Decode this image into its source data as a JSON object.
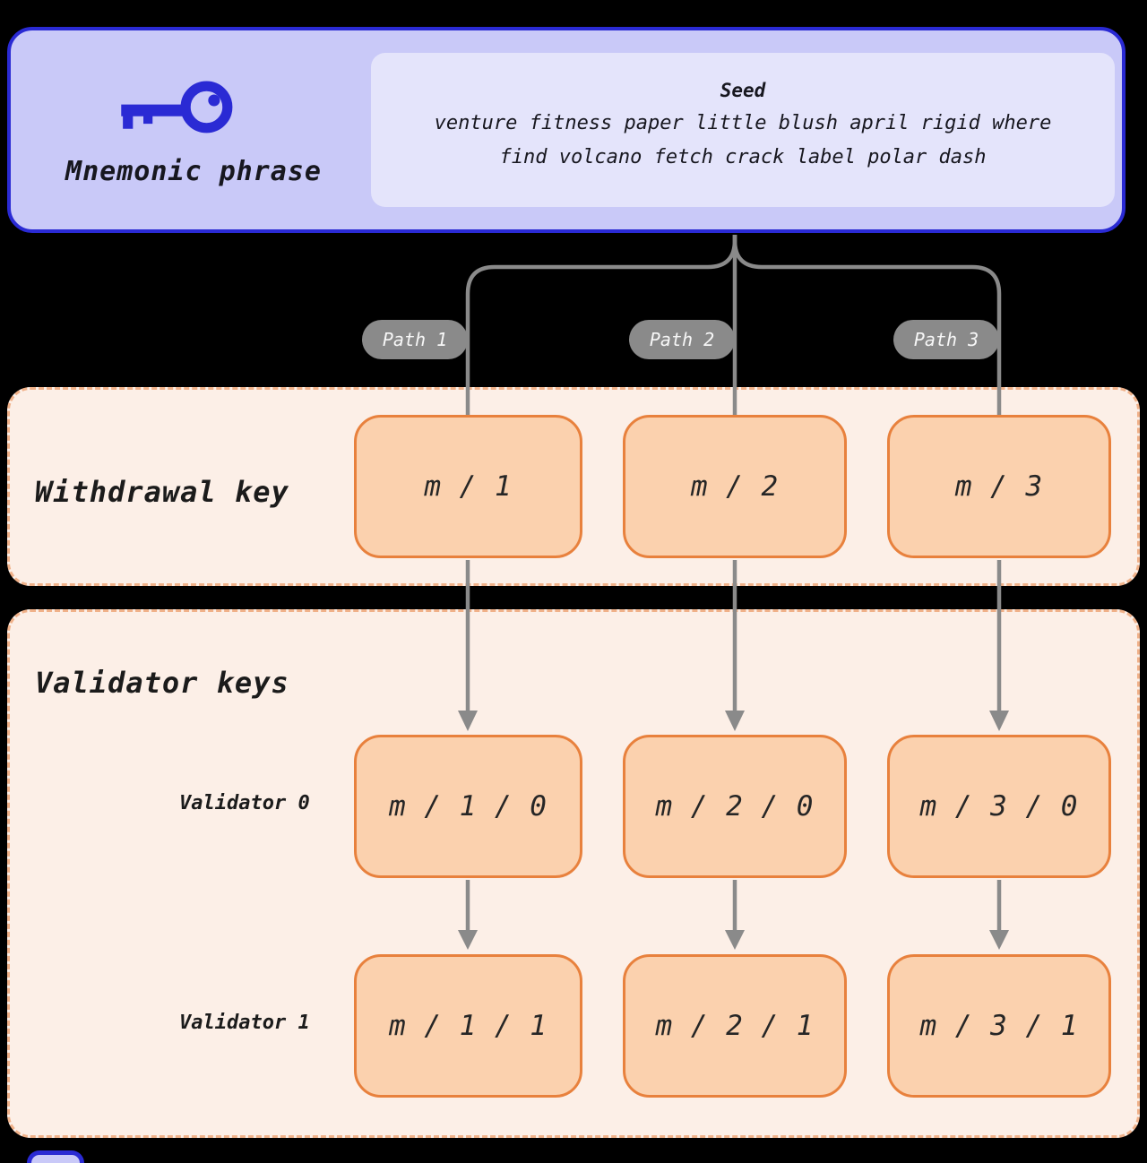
{
  "mnemonic": {
    "label": "Mnemonic phrase",
    "seed": {
      "title": "Seed",
      "line1": "venture fitness paper little blush april rigid where",
      "line2": "find volcano fetch crack label polar dash"
    }
  },
  "paths": [
    "Path 1",
    "Path 2",
    "Path 3"
  ],
  "withdrawal": {
    "label": "Withdrawal key",
    "keys": [
      "m / 1",
      "m / 2",
      "m / 3"
    ]
  },
  "validators": {
    "label": "Validator keys",
    "row0": {
      "label": "Validator 0",
      "keys": [
        "m / 1 / 0",
        "m / 2 / 0",
        "m / 3 / 0"
      ]
    },
    "row1": {
      "label": "Validator 1",
      "keys": [
        "m / 1 / 1",
        "m / 2 / 1",
        "m / 3 / 1"
      ]
    }
  },
  "icons": {
    "key": "key-icon"
  },
  "colors": {
    "page_background": "#000000",
    "mnemonic_fill": "#c9c9f8",
    "mnemonic_border": "#2a2ad4",
    "seed_fill": "#e4e4fb",
    "connector_gray": "#8a8a8a",
    "section_fill": "#fcefe7",
    "section_border": "#f0b189",
    "key_box_fill": "#fbd1ae",
    "key_box_border": "#e8813d",
    "text_dark": "#17171f"
  }
}
